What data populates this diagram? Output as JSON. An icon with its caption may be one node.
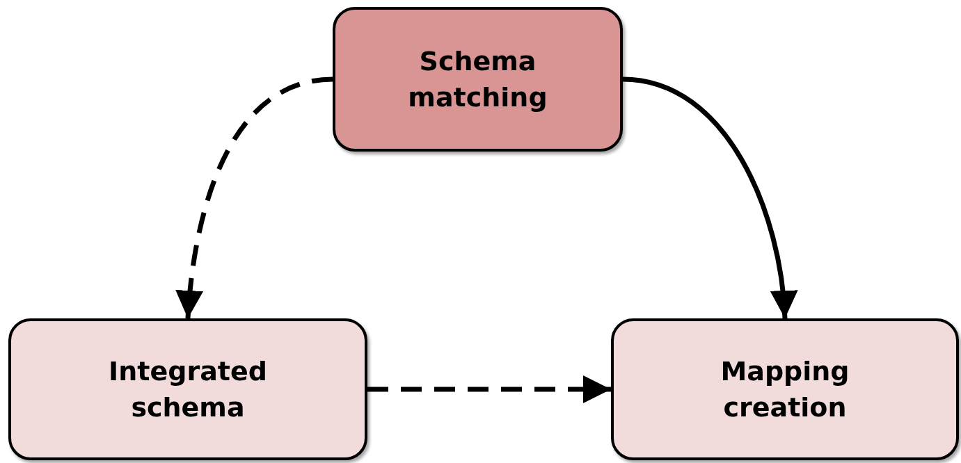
{
  "diagram": {
    "nodes": [
      {
        "text": [
          "Schema matching"
        ]
      },
      {
        "text": [
          "Integrated schema"
        ]
      },
      {
        "text": [
          "Mapping creation"
        ]
      }
    ],
    "edges": [
      {
        "from": 0,
        "to": 1,
        "arrow": "to",
        "style": "dashed"
      },
      {
        "from": 0,
        "to": 2,
        "arrow": "to"
      },
      {
        "from": 1,
        "to": 2,
        "arrow": "to",
        "style": "dashed"
      }
    ]
  }
}
